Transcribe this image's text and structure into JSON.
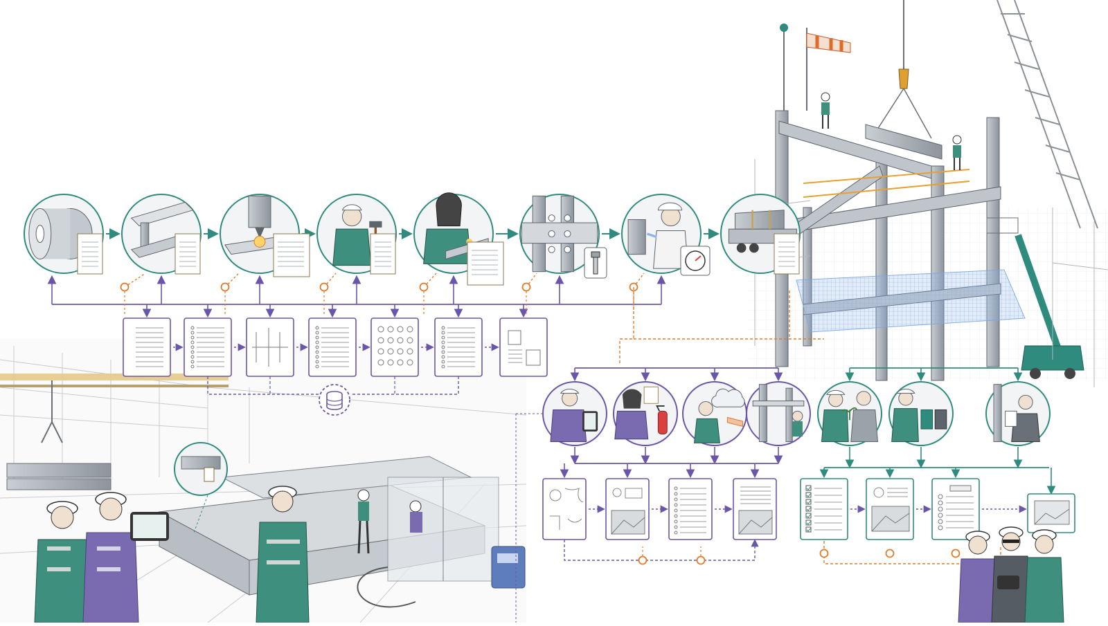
{
  "colors": {
    "teal": "#2e8b7d",
    "purple": "#6a55a8",
    "orange": "#e07b2a",
    "steel": "#9aa2aa",
    "steel_dark": "#5c646c",
    "vest_green": "#3f8f7f",
    "vest_purple": "#7a6bb0",
    "ink": "#3a3f45",
    "blue_glow": "#8fb4e6"
  },
  "process_steps": [
    {
      "id": "steel-coil",
      "icon": "steel-coil-icon"
    },
    {
      "id": "i-beam",
      "icon": "i-beam-icon"
    },
    {
      "id": "cnc-cutting",
      "icon": "cnc-cutting-icon"
    },
    {
      "id": "inspection-hammer",
      "icon": "hammer-icon"
    },
    {
      "id": "welding",
      "icon": "welding-icon"
    },
    {
      "id": "bolted-connection",
      "icon": "bolt-icon"
    },
    {
      "id": "coating-spray",
      "icon": "spray-gun-icon"
    },
    {
      "id": "truck-delivery",
      "icon": "truck-icon"
    }
  ],
  "document_cards": [
    {
      "id": "doc-mill-cert",
      "icon": "certificate-icon"
    },
    {
      "id": "doc-checklist",
      "icon": "checklist-icon"
    },
    {
      "id": "doc-drawing",
      "icon": "shop-drawing-icon"
    },
    {
      "id": "doc-weld-log",
      "icon": "weld-log-icon"
    },
    {
      "id": "doc-bolt-pattern",
      "icon": "bolt-pattern-icon"
    },
    {
      "id": "doc-inspection",
      "icon": "inspection-form-icon"
    },
    {
      "id": "doc-dispatch",
      "icon": "dispatch-form-icon"
    }
  ],
  "site_checks": [
    {
      "id": "site-tablet-check",
      "icon": "tablet-icon"
    },
    {
      "id": "site-hot-work",
      "icon": "fire-extinguisher-icon"
    },
    {
      "id": "site-weather",
      "icon": "weather-cloud-icon"
    },
    {
      "id": "site-structure",
      "icon": "steel-frame-icon"
    }
  ],
  "handover_checks": [
    {
      "id": "handover-environment",
      "icon": "plant-icon"
    },
    {
      "id": "handover-waste",
      "icon": "waste-bin-icon"
    },
    {
      "id": "handover-signoff",
      "icon": "signature-icon"
    }
  ],
  "site_reports": [
    {
      "id": "report-sketch",
      "icon": "sketch-report-icon"
    },
    {
      "id": "report-photo",
      "icon": "photo-report-icon"
    },
    {
      "id": "report-list",
      "icon": "list-report-icon"
    },
    {
      "id": "report-site-photo",
      "icon": "site-photo-icon"
    }
  ],
  "handover_reports": [
    {
      "id": "handover-checklist",
      "icon": "checklist-icon"
    },
    {
      "id": "handover-photo-log",
      "icon": "photo-log-icon"
    },
    {
      "id": "handover-summary",
      "icon": "summary-report-icon"
    },
    {
      "id": "handover-final-screen",
      "icon": "monitor-icon"
    }
  ],
  "central_icon": "database-icon"
}
